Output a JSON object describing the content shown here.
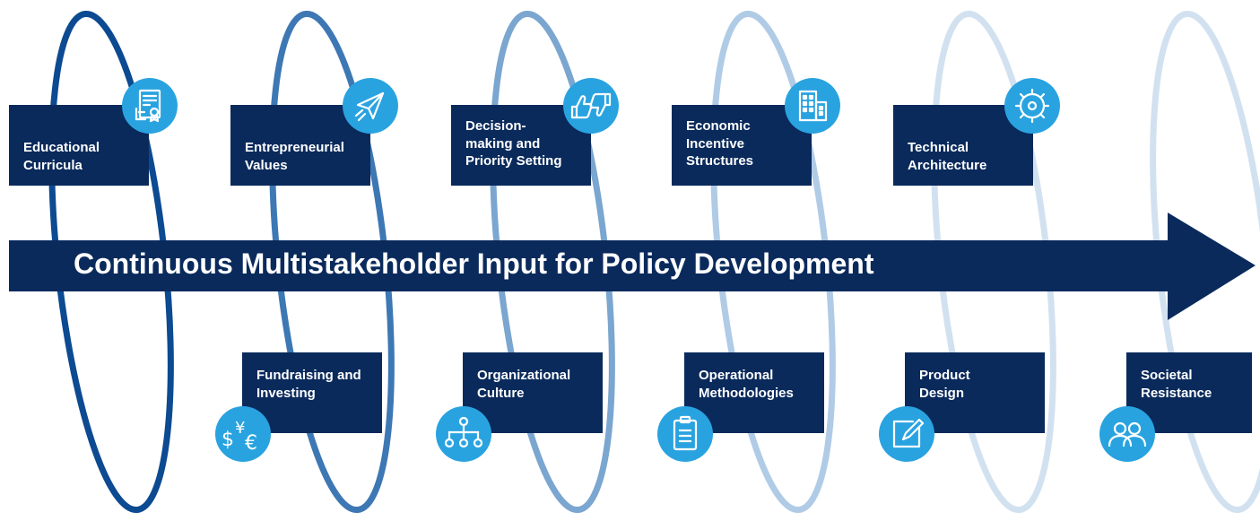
{
  "arrow": {
    "label": "Continuous Multistakeholder Input for Policy Development"
  },
  "top_items": [
    {
      "label": "Educational\nCurricula",
      "icon": "certificate-icon"
    },
    {
      "label": "Entrepreneurial\nValues",
      "icon": "paper-plane-icon"
    },
    {
      "label": "Decision-\nmaking and\nPriority Setting",
      "icon": "thumbs-up-down-icon"
    },
    {
      "label": "Economic\nIncentive\nStructures",
      "icon": "building-icon"
    },
    {
      "label": "Technical\nArchitecture",
      "icon": "gear-icon"
    }
  ],
  "bottom_items": [
    {
      "label": "Fundraising and\nInvesting",
      "icon": "currency-icon"
    },
    {
      "label": "Organizational\nCulture",
      "icon": "org-chart-icon"
    },
    {
      "label": "Operational\nMethodologies",
      "icon": "clipboard-icon"
    },
    {
      "label": "Product\nDesign",
      "icon": "edit-icon"
    },
    {
      "label": "Societal\nResistance",
      "icon": "people-icon"
    }
  ],
  "colors": {
    "box": "#0a2a5c",
    "arrow": "#0a2a5c",
    "icon_circle": "#29a3e0",
    "loops": [
      "#0c4a92",
      "#3d78b4",
      "#7aa6d0",
      "#b0cbe6",
      "#d2e1f0"
    ]
  }
}
